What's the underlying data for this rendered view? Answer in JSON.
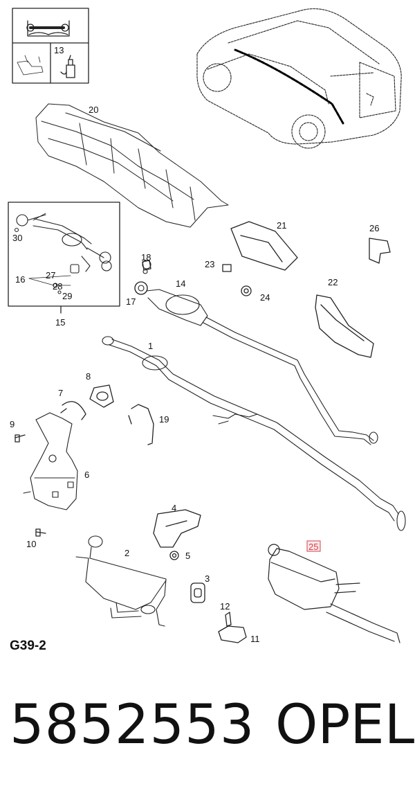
{
  "diagram": {
    "figure_code": "G39-2",
    "part_number": "5852553",
    "brand": "OPEL",
    "highlighted_callout": "25",
    "callouts": [
      "1",
      "2",
      "3",
      "4",
      "5",
      "6",
      "7",
      "8",
      "9",
      "10",
      "11",
      "12",
      "13",
      "14",
      "15",
      "16",
      "17",
      "18",
      "19",
      "20",
      "21",
      "22",
      "23",
      "24",
      "25",
      "26",
      "27",
      "28",
      "29",
      "30"
    ],
    "icons": [
      "manual-wrench-icon",
      "fluid-tank-icon",
      "sealant-bottle-icon"
    ]
  }
}
